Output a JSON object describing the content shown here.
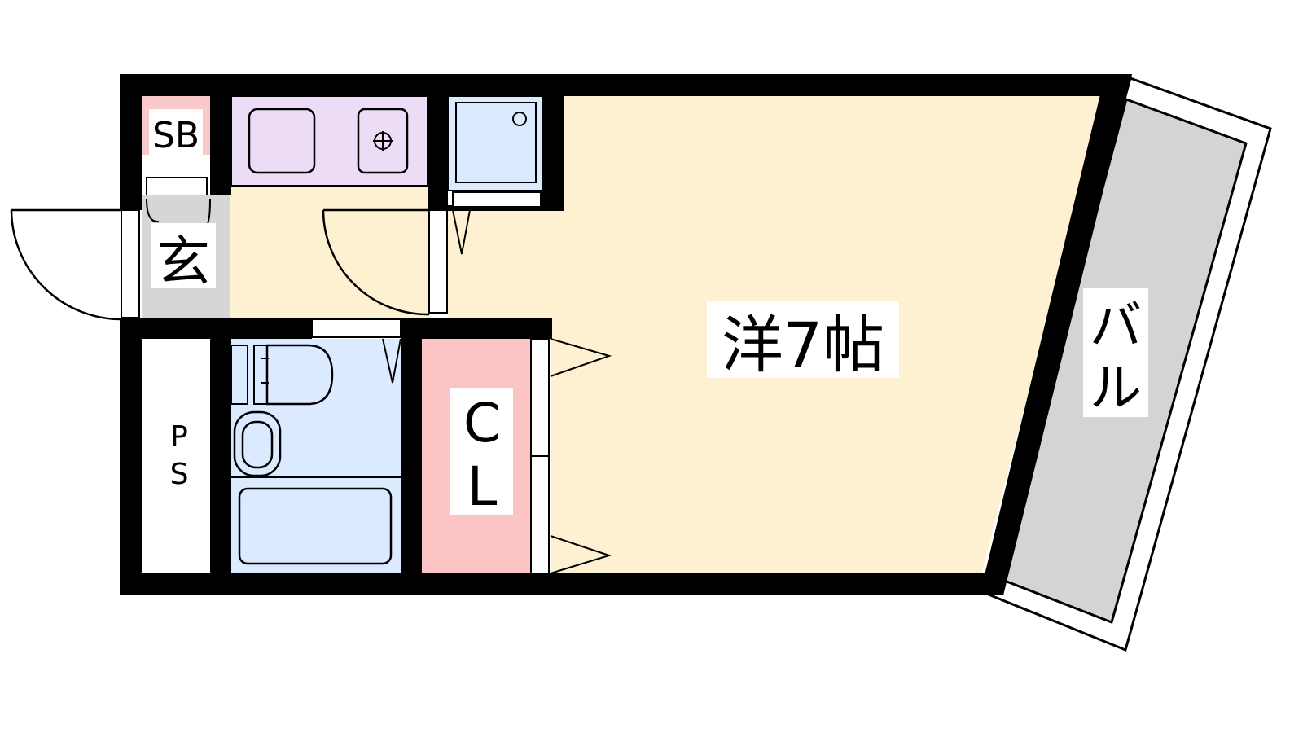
{
  "labels": {
    "western_room": "洋7帖",
    "balcony_1": "バ",
    "balcony_2": "ル",
    "entrance": "玄",
    "shoe_box": "SB",
    "closet_1": "C",
    "closet_2": "L",
    "pipe_space_1": "P",
    "pipe_space_2": "S"
  },
  "colors": {
    "wall": "#000000",
    "room_floor": "#fdf1d2",
    "kitchen": "#ecdcf5",
    "wet_area": "#dbeafe",
    "closet": "#fcc4c4",
    "shoe_box": "#f9c8c8",
    "entrance_floor": "#d6d6d6",
    "balcony": "#d4d4d4",
    "label_bg": "#ffffff"
  },
  "icons": {
    "stove": "burner-icon",
    "sink": "sink-icon",
    "washer": "washing-machine-icon",
    "toilet": "toilet-icon",
    "washbasin": "washbasin-icon",
    "bathtub": "bathtub-icon"
  }
}
